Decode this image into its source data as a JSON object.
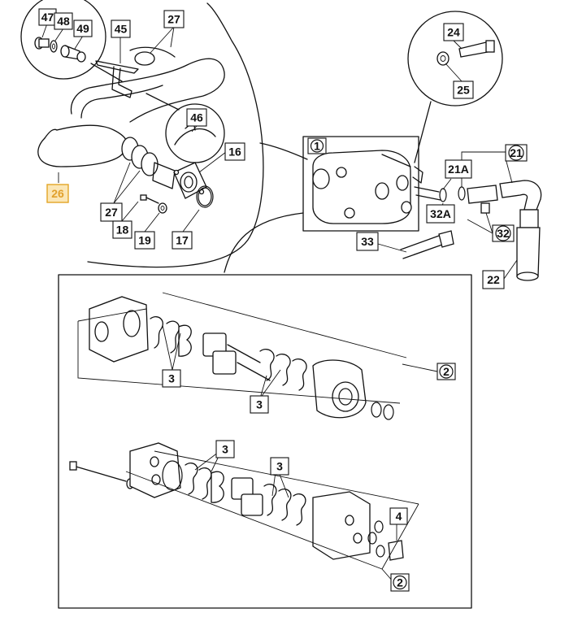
{
  "callouts": {
    "c47": "47",
    "c48": "48",
    "c49": "49",
    "c45": "45",
    "c27a": "27",
    "c46": "46",
    "c16": "16",
    "c26": "26",
    "c27b": "27",
    "c18": "18",
    "c19": "19",
    "c17": "17",
    "c1": "1",
    "c24": "24",
    "c25": "25",
    "c21": "21",
    "c21a": "21A",
    "c32a": "32A",
    "c32": "32",
    "c33": "33",
    "c22": "22",
    "c2a": "2",
    "c3a": "3",
    "c3b": "3",
    "c3c": "3",
    "c3d": "3",
    "c4": "4",
    "c2b": "2"
  },
  "colors": {
    "line": "#111111",
    "highlight": "#e3a526",
    "highlight_fill": "#fbe6b5"
  }
}
